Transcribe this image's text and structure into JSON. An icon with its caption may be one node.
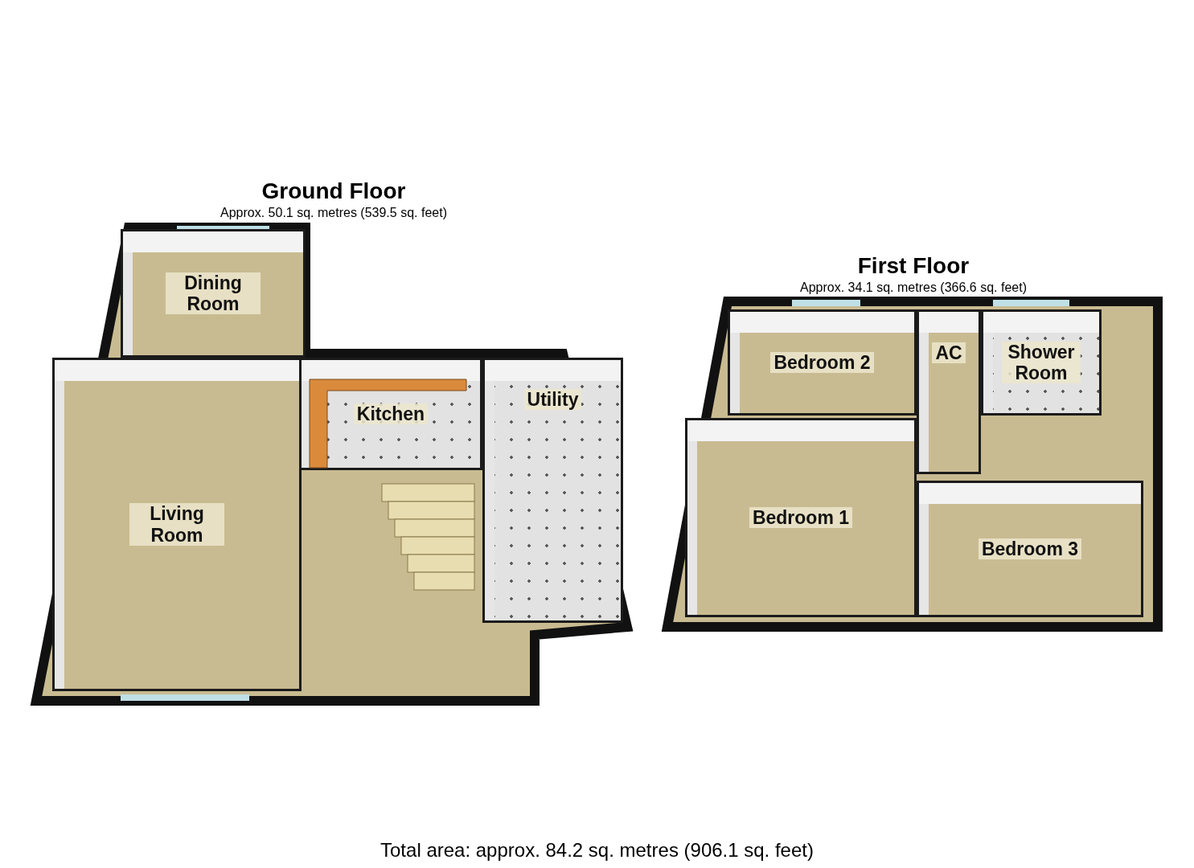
{
  "diagram": {
    "nodes": [
      {
        "text": [
          "Ground Floor",
          "Approx. 50.1 sq. metres (539.5 sq. feet)"
        ]
      },
      {
        "text": [
          "Dining Room"
        ],
        "in": 0
      },
      {
        "text": [
          "Living Room"
        ],
        "in": 0
      },
      {
        "text": [
          "Kitchen"
        ],
        "in": 0
      },
      {
        "text": [
          "Utility"
        ],
        "in": 0
      },
      {
        "text": [
          "First Floor",
          "Approx. 34.1 sq. metres (366.6 sq. feet)"
        ]
      },
      {
        "text": [
          "Bedroom 2"
        ],
        "in": 5
      },
      {
        "text": [
          "AC"
        ],
        "in": 5
      },
      {
        "text": [
          "Shower Room"
        ],
        "in": 5
      },
      {
        "text": [
          "Bedroom 1"
        ],
        "in": 5
      },
      {
        "text": [
          "Bedroom 3"
        ],
        "in": 5
      }
    ],
    "caption": "Total area: approx. 84.2 sq. metres (906.1 sq. feet)"
  }
}
